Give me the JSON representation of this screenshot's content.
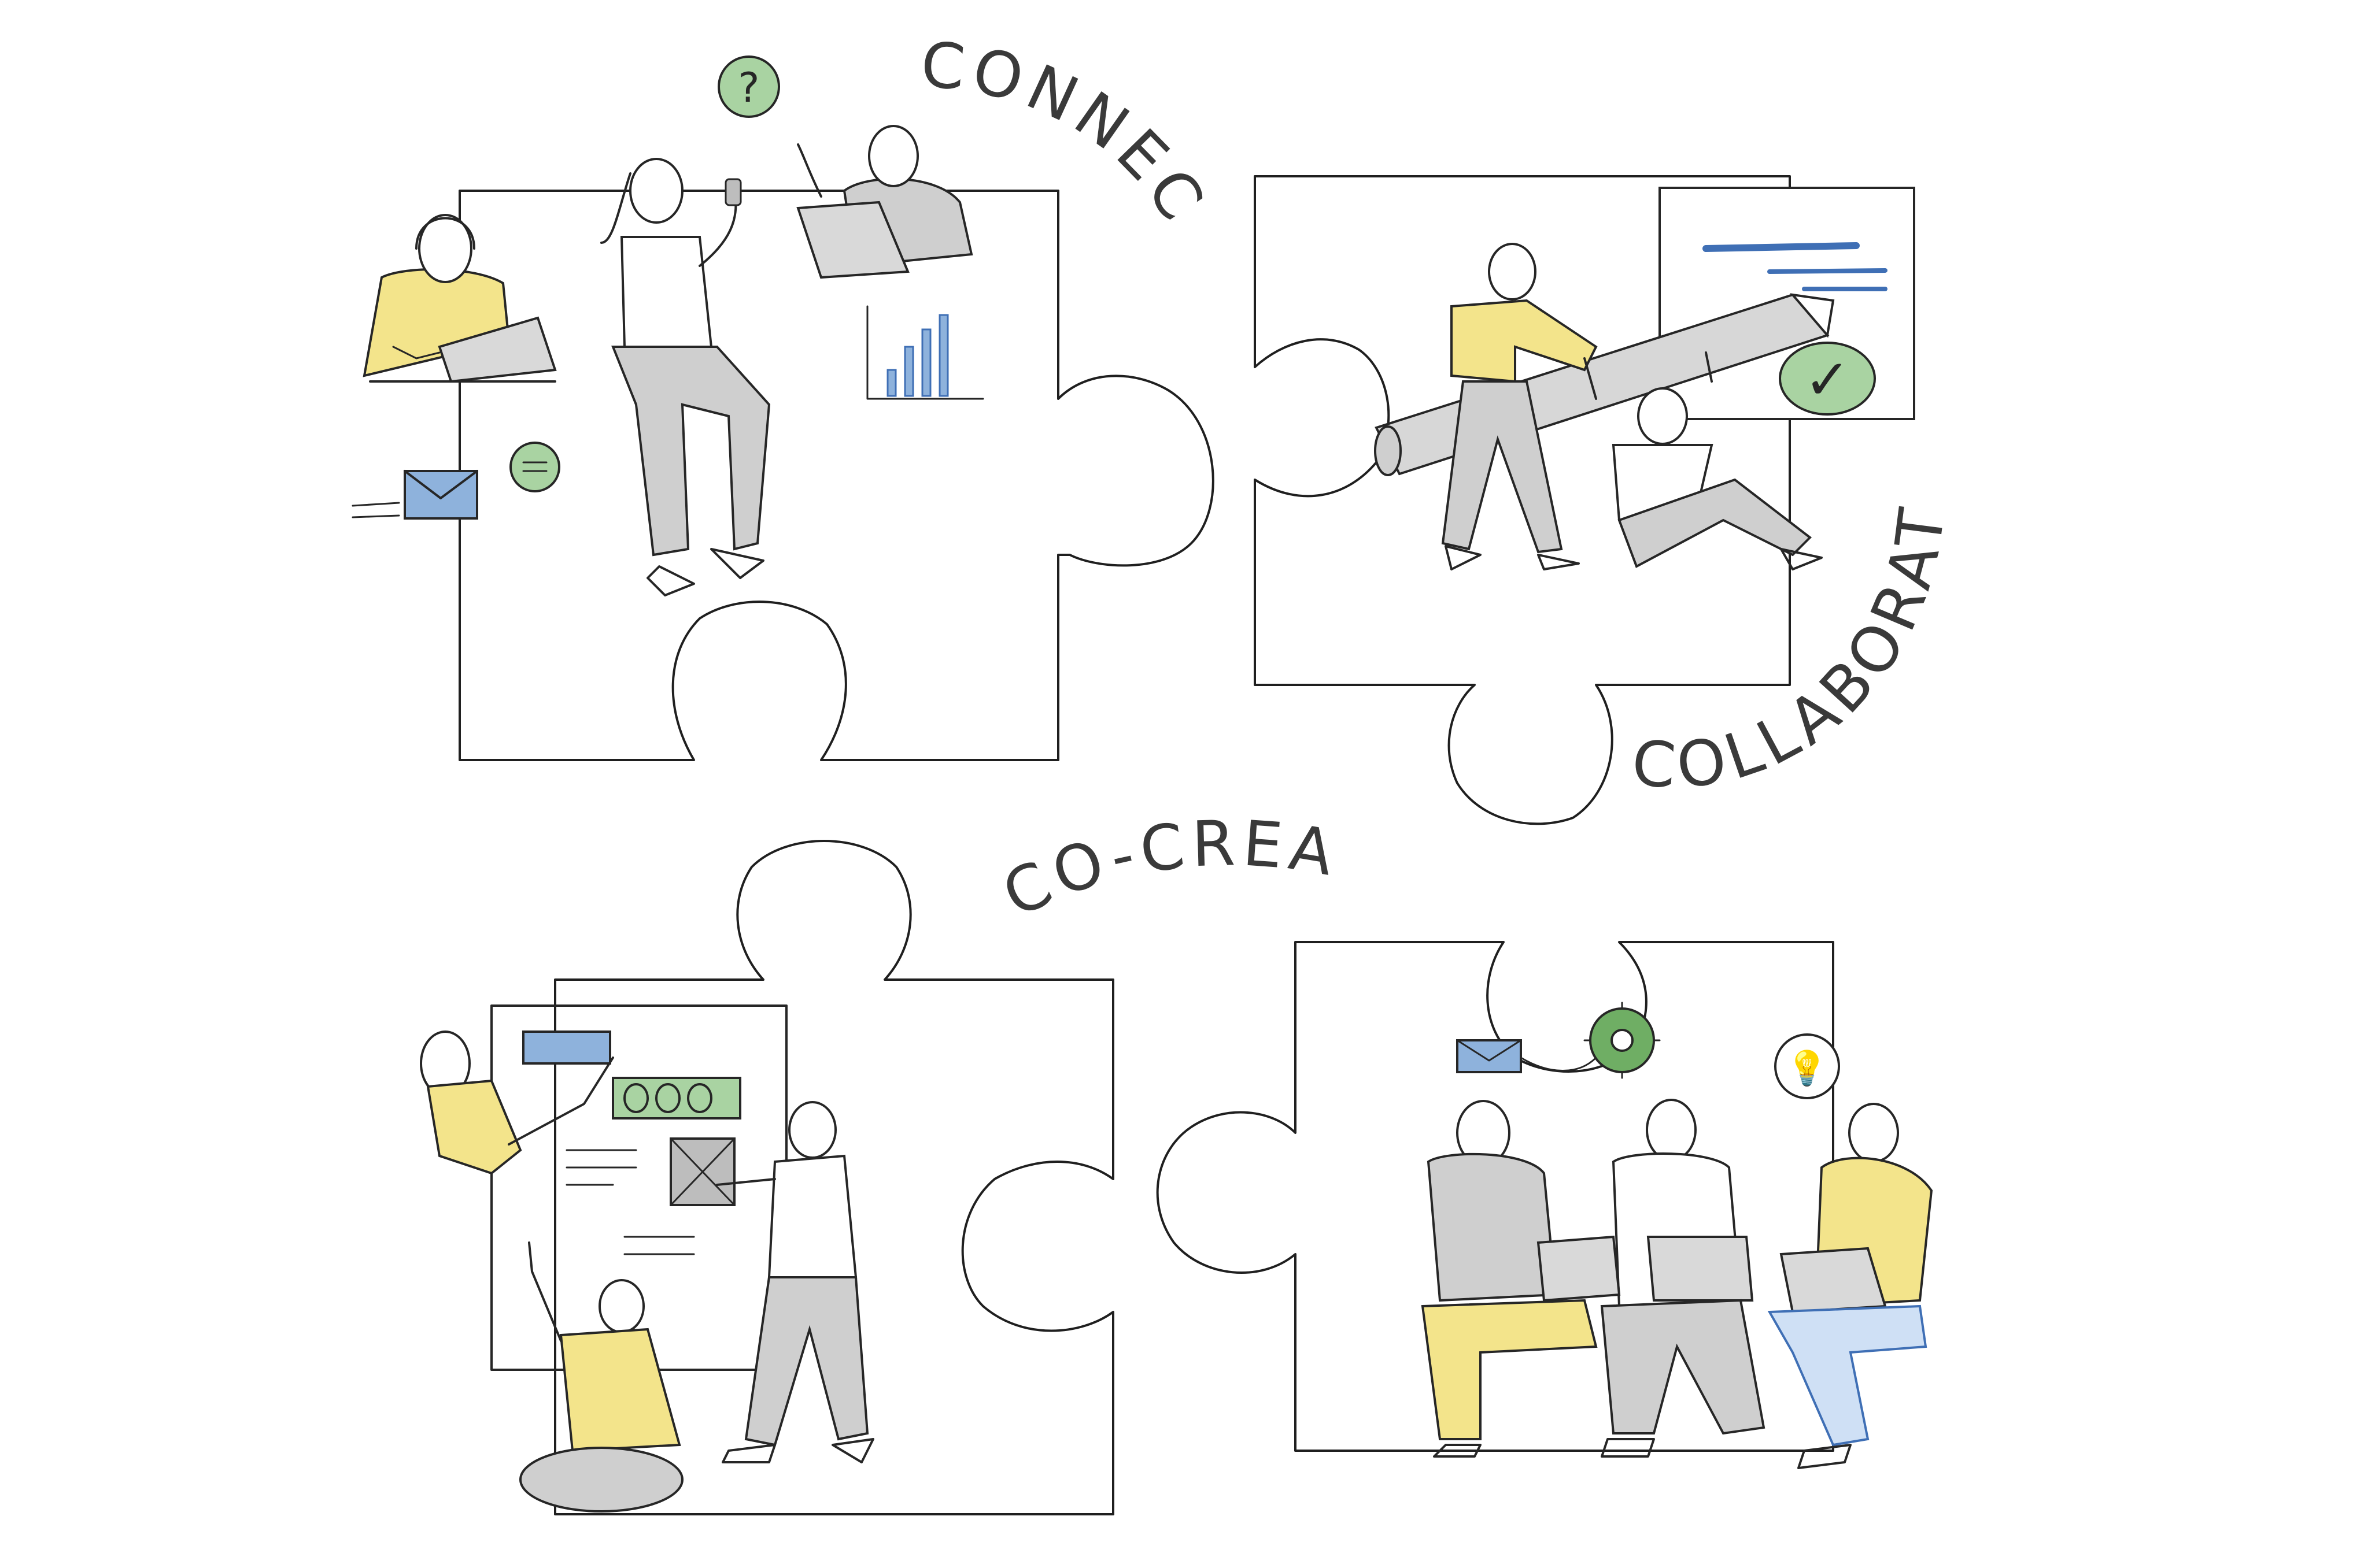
{
  "labels": {
    "connect": "CONNECT",
    "collaborate": "COLLABORATE",
    "cocreate": "CO-CREATE"
  },
  "icons": {
    "question": "?",
    "check": "✓",
    "lightbulb": "💡"
  },
  "colors": {
    "yellow": "#f3e48b",
    "grey": "#cfcfcf",
    "blue": "#8eb2dc",
    "blue_dark": "#3f6fb5",
    "green": "#a9d3a2",
    "green_dark": "#6fae64",
    "outline": "#1f1f1f"
  }
}
